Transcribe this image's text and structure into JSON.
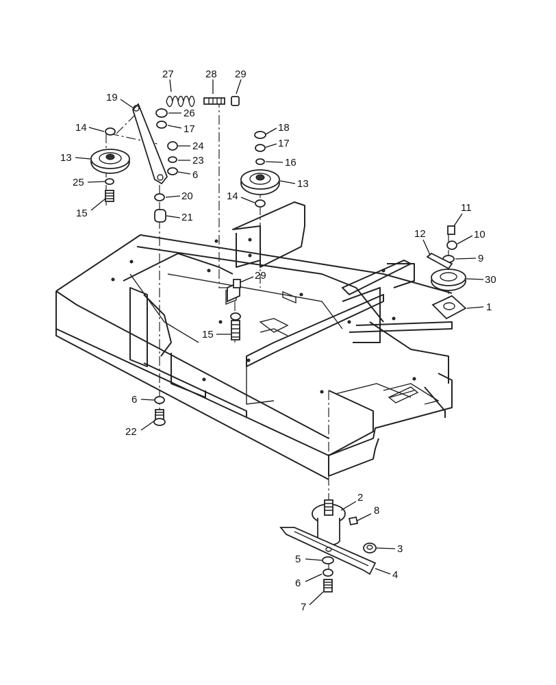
{
  "callouts": [
    {
      "label": "27"
    },
    {
      "label": "28"
    },
    {
      "label": "29"
    },
    {
      "label": "19"
    },
    {
      "label": "26"
    },
    {
      "label": "17"
    },
    {
      "label": "14"
    },
    {
      "label": "18"
    },
    {
      "label": "17"
    },
    {
      "label": "24"
    },
    {
      "label": "23"
    },
    {
      "label": "16"
    },
    {
      "label": "13"
    },
    {
      "label": "6"
    },
    {
      "label": "13"
    },
    {
      "label": "25"
    },
    {
      "label": "20"
    },
    {
      "label": "14"
    },
    {
      "label": "15"
    },
    {
      "label": "21"
    },
    {
      "label": "11"
    },
    {
      "label": "12"
    },
    {
      "label": "10"
    },
    {
      "label": "9"
    },
    {
      "label": "30"
    },
    {
      "label": "29"
    },
    {
      "label": "1"
    },
    {
      "label": "15"
    },
    {
      "label": "6"
    },
    {
      "label": "22"
    },
    {
      "label": "2"
    },
    {
      "label": "8"
    },
    {
      "label": "3"
    },
    {
      "label": "4"
    },
    {
      "label": "5"
    },
    {
      "label": "6"
    },
    {
      "label": "7"
    }
  ]
}
